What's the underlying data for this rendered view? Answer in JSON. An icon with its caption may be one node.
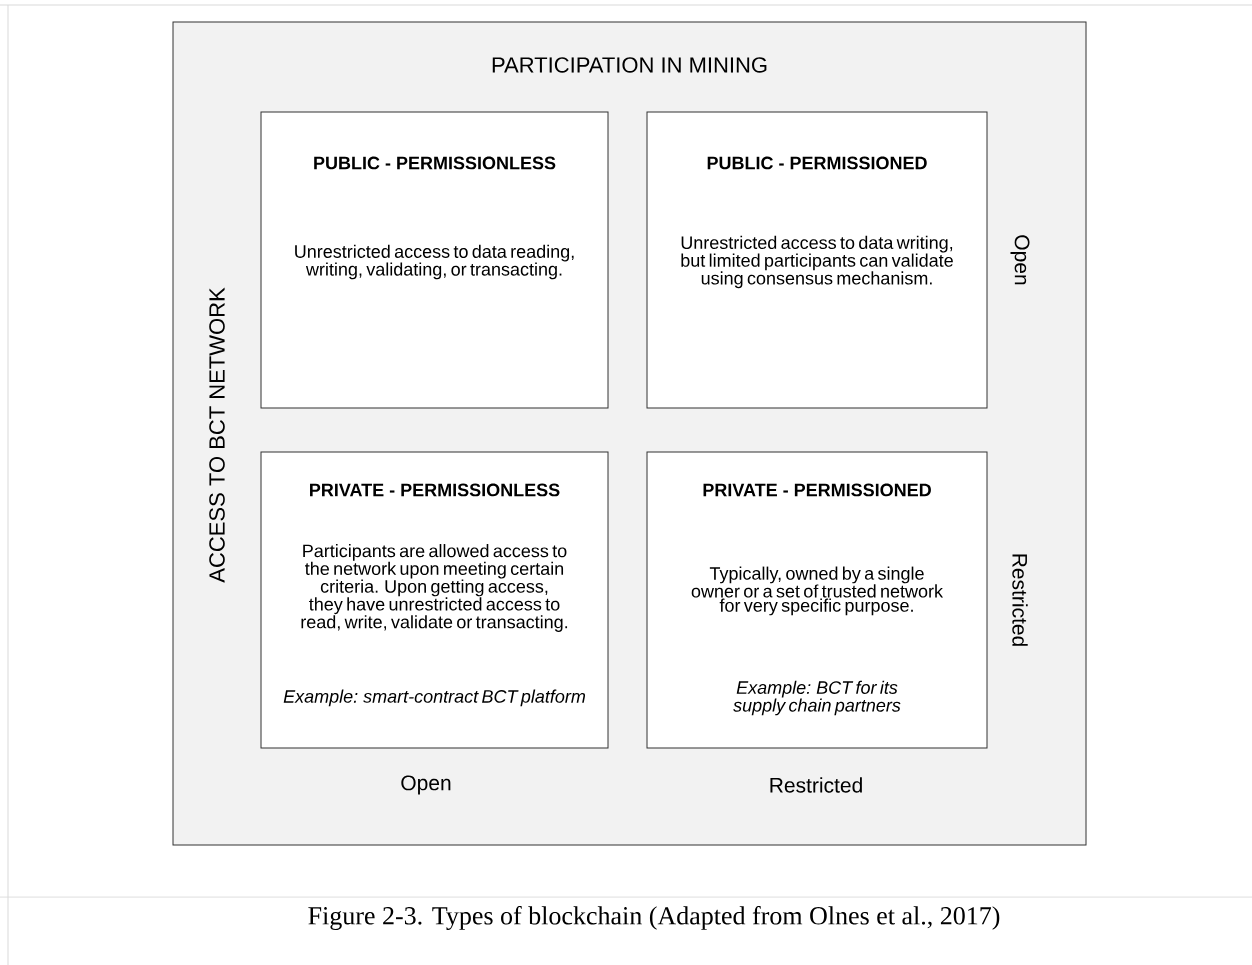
{
  "diagram": {
    "caption": "Figure 2-3. Types of blockchain (Adapted from Olnes et al., 2017)",
    "nodes": [
      {
        "text": [
          "PARTICIPATION IN MINING"
        ]
      },
      {
        "text": [
          "PUBLIC - PERMISSIONLESS",
          "Unrestricted access to data reading, writing, validating, or transacting."
        ],
        "in": 0
      },
      {
        "text": [
          "PUBLIC - PERMISSIONED",
          "Unrestricted access to data writing, but limited participants can validate using consensus mechanism."
        ],
        "in": 0
      },
      {
        "text": [
          "PRIVATE - PERMISSIONLESS",
          "Participants are allowed access to the network upon meeting certain criteria. Upon getting access, they have unrestricted access to read, write, validate or transacting.",
          "Example: smart-contract BCT platform"
        ],
        "in": 0
      },
      {
        "text": [
          "PRIVATE - PERMISSIONED",
          "Typically, owned by a single owner or a set of trusted network for very specific purpose.",
          "Example: BCT for its supply chain partners"
        ],
        "in": 0
      }
    ],
    "labels": [
      "ACCESS TO BCT NETWORK",
      "Open",
      "Restricted",
      "Open",
      "Restricted"
    ]
  }
}
